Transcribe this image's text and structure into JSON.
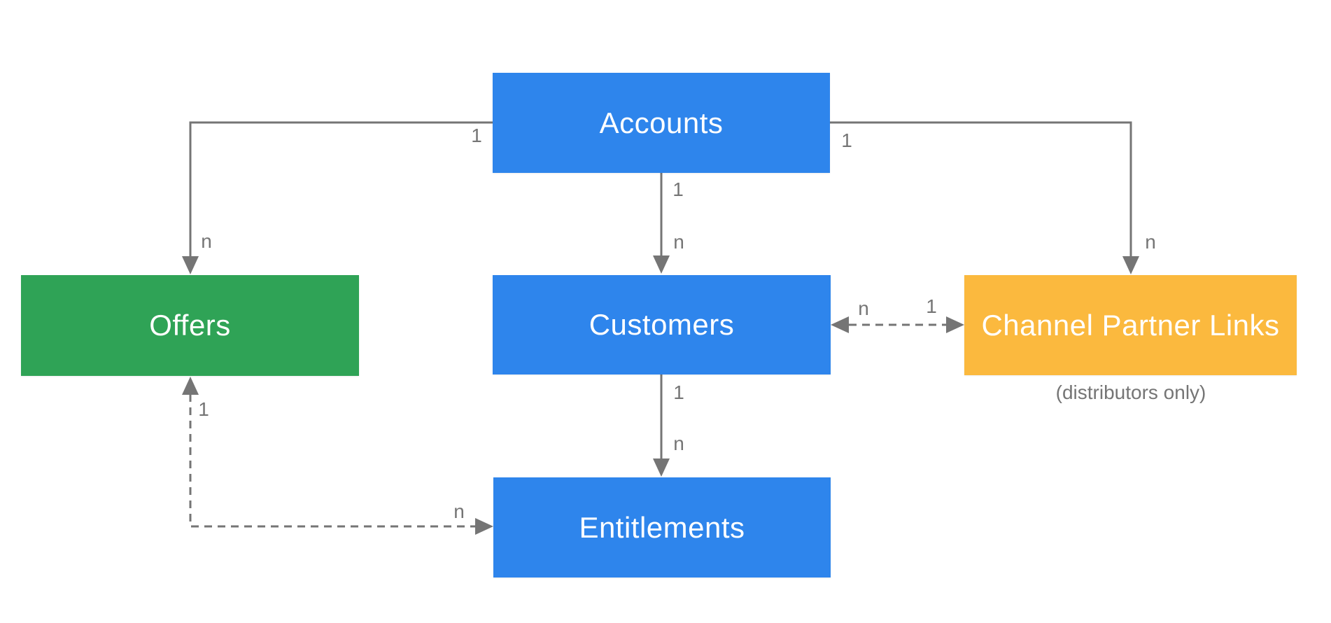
{
  "diagram": {
    "type": "entity-relationship",
    "background": "#ffffff",
    "colors": {
      "node_blue": "#2e85ec",
      "node_green": "#2fa356",
      "node_yellow": "#fbb93e",
      "connector_gray": "#757575",
      "node_text": "#ffffff"
    },
    "nodes": [
      {
        "id": "accounts",
        "label": "Accounts",
        "color": "#2e85ec"
      },
      {
        "id": "offers",
        "label": "Offers",
        "color": "#2fa356"
      },
      {
        "id": "customers",
        "label": "Customers",
        "color": "#2e85ec"
      },
      {
        "id": "channel-partner-links",
        "label": "Channel Partner Links",
        "color": "#fbb93e",
        "note": "(distributors only)"
      },
      {
        "id": "entitlements",
        "label": "Entitlements",
        "color": "#2e85ec"
      }
    ],
    "edges": [
      {
        "from": "Accounts",
        "to": "Offers",
        "style": "solid",
        "direction": "one-way",
        "from_label": "1",
        "to_label": "n"
      },
      {
        "from": "Accounts",
        "to": "Customers",
        "style": "solid",
        "direction": "one-way",
        "from_label": "1",
        "to_label": "n"
      },
      {
        "from": "Accounts",
        "to": "Channel Partner Links",
        "style": "solid",
        "direction": "one-way",
        "from_label": "1",
        "to_label": "n"
      },
      {
        "from": "Customers",
        "to": "Channel Partner Links",
        "style": "dashed",
        "direction": "two-way",
        "from_label": "n",
        "to_label": "1"
      },
      {
        "from": "Customers",
        "to": "Entitlements",
        "style": "solid",
        "direction": "one-way",
        "from_label": "1",
        "to_label": "n"
      },
      {
        "from": "Offers",
        "to": "Entitlements",
        "style": "dashed",
        "direction": "two-way",
        "from_label": "1",
        "to_label": "n"
      }
    ]
  }
}
